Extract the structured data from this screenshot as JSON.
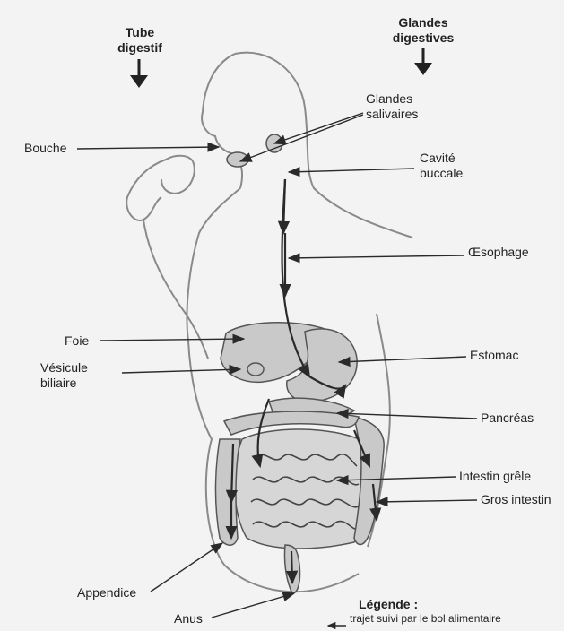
{
  "headers": {
    "tube": [
      "Tube",
      "digestif"
    ],
    "glandes": [
      "Glandes",
      "digestives"
    ]
  },
  "labels": {
    "bouche": "Bouche",
    "glandes_salivaires": [
      "Glandes",
      "salivaires"
    ],
    "cavite_buccale": [
      "Cavité",
      "buccale"
    ],
    "oesophage": "Œsophage",
    "foie": "Foie",
    "vesicule": [
      "Vésicule",
      "biliaire"
    ],
    "estomac": "Estomac",
    "pancreas": "Pancréas",
    "intestin_grele": "Intestin grêle",
    "gros_intestin": "Gros intestin",
    "appendice": "Appendice",
    "anus": "Anus"
  },
  "legend": {
    "title": "Légende :",
    "text": "trajet suivi par le bol alimentaire"
  },
  "colors": {
    "line": "#2a2a2a",
    "organ": "#c9c9c9",
    "body_outline": "#8a8a8a"
  }
}
